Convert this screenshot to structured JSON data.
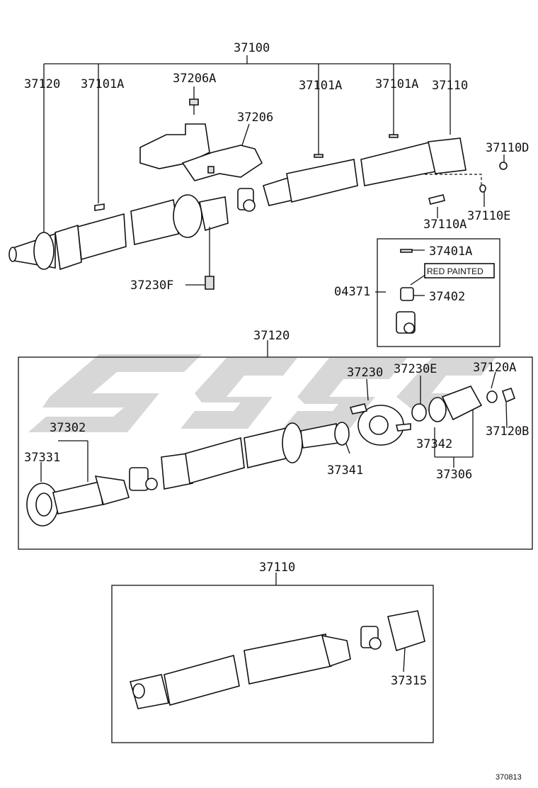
{
  "diagram": {
    "labels": {
      "assembly_top": "37100",
      "rear_shaft_top": "37120",
      "plate_1": "37101A",
      "bolt_206a": "37206A",
      "bracket": "37206",
      "plate_2": "37101A",
      "plate_3": "37101A",
      "front_shaft_top": "37110",
      "nut_110d": "37110D",
      "bolt_110a": "37110A",
      "washer_110e": "37110E",
      "bolt_230f": "37230F",
      "spider_kit": "04371",
      "snap_ring": "37401A",
      "red_painted": "RED PAINTED",
      "bearing_cup": "37402"
    },
    "rear_section": {
      "title": "37120",
      "labels": {
        "yoke_302": "37302",
        "damper_331": "37331",
        "center_bearing": "37230",
        "washer_230e": "37230E",
        "washer_120a": "37120A",
        "nut_120b": "37120B",
        "seal_341": "37341",
        "seal_342": "37342",
        "flange_306": "37306"
      }
    },
    "front_section": {
      "title": "37110",
      "labels": {
        "flange_yoke": "37315"
      }
    },
    "figure_code": "370813"
  }
}
